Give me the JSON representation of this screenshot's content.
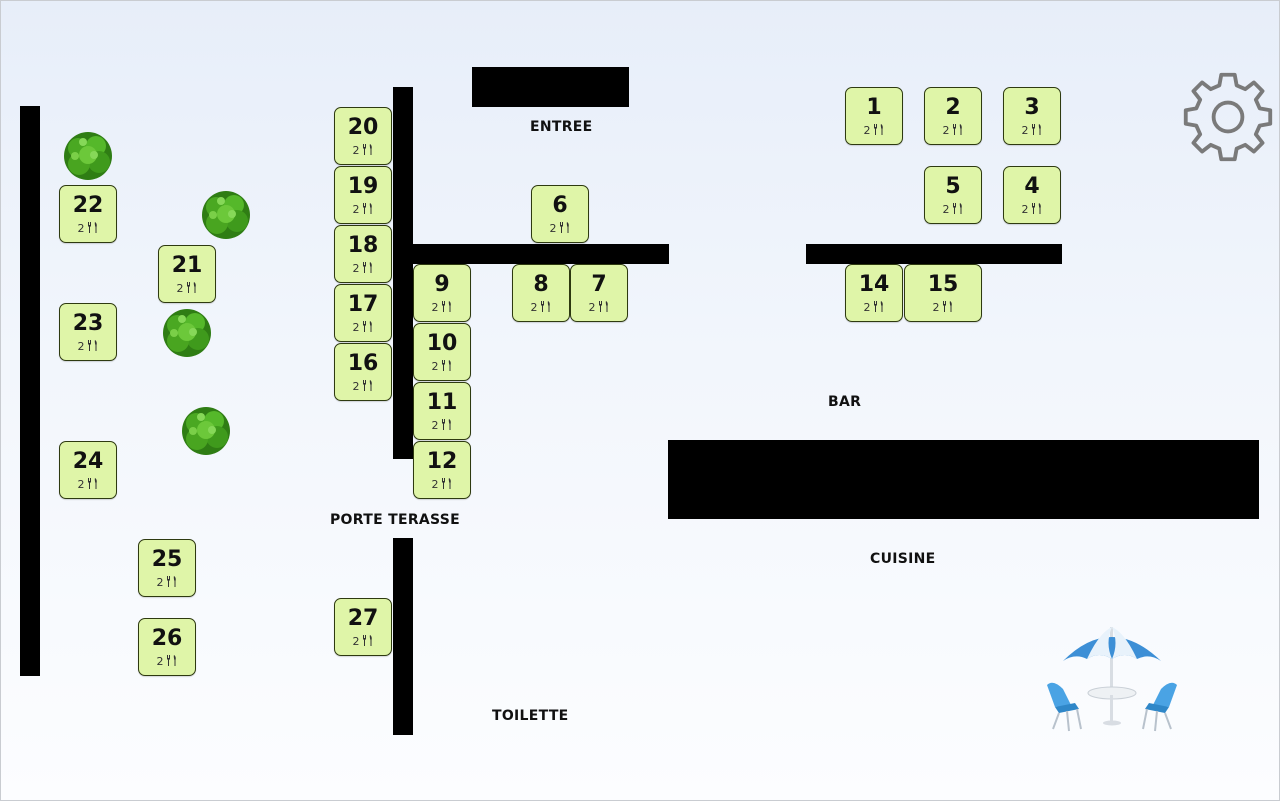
{
  "colors": {
    "table_fill": "#dff5a8",
    "wall": "#000000",
    "bush": "#3e9a1c",
    "umbrella": "#3d8fd6"
  },
  "zones": {
    "entree": "ENTREE",
    "bar": "BAR",
    "porte_terasse": "PORTE TERASSE",
    "cuisine": "CUISINE",
    "toilette": "TOILETTE"
  },
  "tables": [
    {
      "number": "1",
      "seats": "2"
    },
    {
      "number": "2",
      "seats": "2"
    },
    {
      "number": "3",
      "seats": "2"
    },
    {
      "number": "4",
      "seats": "2"
    },
    {
      "number": "5",
      "seats": "2"
    },
    {
      "number": "6",
      "seats": "2"
    },
    {
      "number": "7",
      "seats": "2"
    },
    {
      "number": "8",
      "seats": "2"
    },
    {
      "number": "9",
      "seats": "2"
    },
    {
      "number": "10",
      "seats": "2"
    },
    {
      "number": "11",
      "seats": "2"
    },
    {
      "number": "12",
      "seats": "2"
    },
    {
      "number": "14",
      "seats": "2"
    },
    {
      "number": "15",
      "seats": "2"
    },
    {
      "number": "16",
      "seats": "2"
    },
    {
      "number": "17",
      "seats": "2"
    },
    {
      "number": "18",
      "seats": "2"
    },
    {
      "number": "19",
      "seats": "2"
    },
    {
      "number": "20",
      "seats": "2"
    },
    {
      "number": "21",
      "seats": "2"
    },
    {
      "number": "22",
      "seats": "2"
    },
    {
      "number": "23",
      "seats": "2"
    },
    {
      "number": "24",
      "seats": "2"
    },
    {
      "number": "25",
      "seats": "2"
    },
    {
      "number": "26",
      "seats": "2"
    },
    {
      "number": "27",
      "seats": "2"
    }
  ],
  "icons": {
    "settings": "gear-icon",
    "bush": "bush-icon",
    "terrace": "terrace-umbrella-icon",
    "seat": "cutlery-icon"
  }
}
